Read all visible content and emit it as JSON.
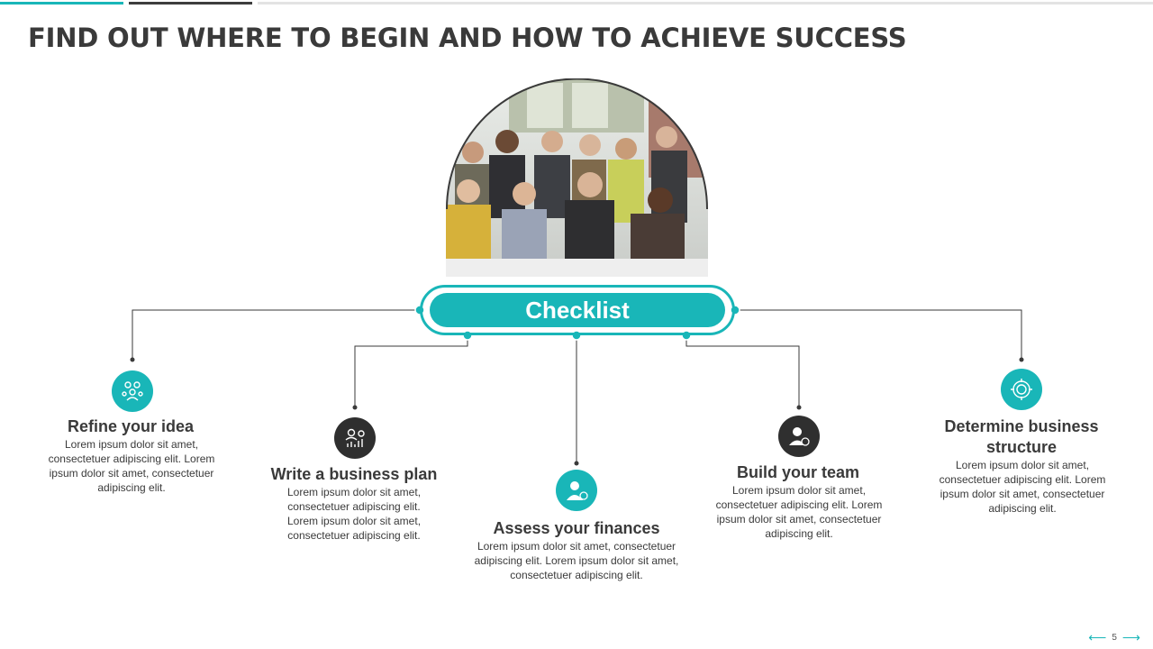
{
  "title": "FIND OUT WHERE TO BEGIN AND HOW TO ACHIEVE SUCCESS",
  "center": {
    "label": "Checklist"
  },
  "steps": [
    {
      "title": "Refine your idea",
      "desc": "Lorem ipsum dolor sit amet, consectetuer adipiscing elit. Lorem ipsum dolor sit amet, consectetuer adipiscing elit.",
      "icon": "idea-people-icon"
    },
    {
      "title": "Write a business plan",
      "desc": "Lorem ipsum dolor sit amet, consectetuer adipiscing elit. Lorem ipsum dolor sit amet, consectetuer adipiscing elit.",
      "icon": "business-plan-icon"
    },
    {
      "title": "Assess your finances",
      "desc": "Lorem ipsum dolor sit amet, consectetuer adipiscing elit. Lorem ipsum dolor sit amet, consectetuer adipiscing elit.",
      "icon": "finance-person-icon"
    },
    {
      "title": "Build your team",
      "desc": "Lorem ipsum dolor sit amet, consectetuer adipiscing elit. Lorem ipsum dolor sit amet, consectetuer adipiscing elit.",
      "icon": "team-member-icon"
    },
    {
      "title": "Determine business structure",
      "desc": "Lorem ipsum dolor sit amet, consectetuer adipiscing elit. Lorem ipsum dolor sit amet, consectetuer adipiscing elit.",
      "icon": "structure-target-icon"
    }
  ],
  "page_number": "5",
  "colors": {
    "accent": "#19b6b8",
    "dark": "#2f2f2f",
    "text": "#3a3a3a"
  }
}
